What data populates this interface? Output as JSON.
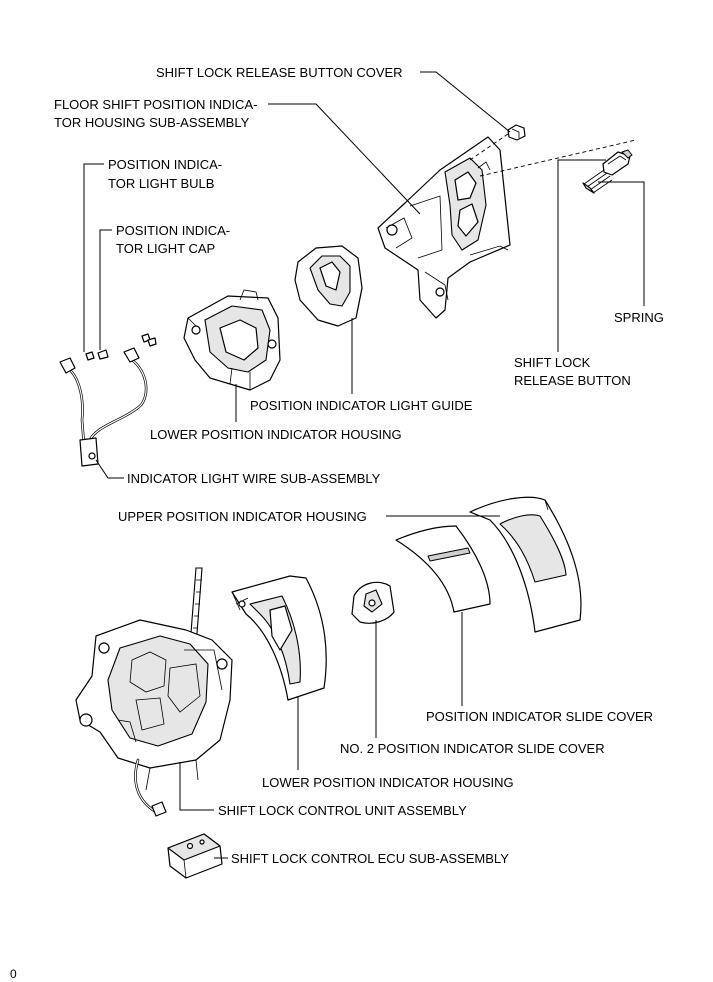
{
  "labels": {
    "shift_lock_release_button_cover": "SHIFT LOCK RELEASE BUTTON COVER",
    "floor_shift_housing_line1": "FLOOR SHIFT POSITION INDICA-",
    "floor_shift_housing_line2": "TOR HOUSING SUB-ASSEMBLY",
    "position_indicator_light_bulb_line1": "POSITION INDICA-",
    "position_indicator_light_bulb_line2": "TOR LIGHT BULB",
    "position_indicator_light_cap_line1": "POSITION INDICA-",
    "position_indicator_light_cap_line2": "TOR LIGHT CAP",
    "spring": "SPRING",
    "shift_lock_release_button_line1": "SHIFT LOCK",
    "shift_lock_release_button_line2": "RELEASE BUTTON",
    "position_indicator_light_guide": "POSITION INDICATOR LIGHT GUIDE",
    "lower_position_indicator_housing_top": "LOWER POSITION INDICATOR HOUSING",
    "indicator_light_wire_sub_assembly": "INDICATOR LIGHT WIRE SUB-ASSEMBLY",
    "upper_position_indicator_housing": "UPPER POSITION INDICATOR HOUSING",
    "position_indicator_slide_cover": "POSITION INDICATOR SLIDE COVER",
    "no2_position_indicator_slide_cover": "NO. 2 POSITION INDICATOR SLIDE COVER",
    "lower_position_indicator_housing_bottom": "LOWER POSITION INDICATOR HOUSING",
    "shift_lock_control_unit_assembly": "SHIFT LOCK CONTROL UNIT ASSEMBLY",
    "shift_lock_control_ecu_sub_assembly": "SHIFT LOCK CONTROL ECU SUB-ASSEMBLY"
  },
  "page_marker": "0"
}
